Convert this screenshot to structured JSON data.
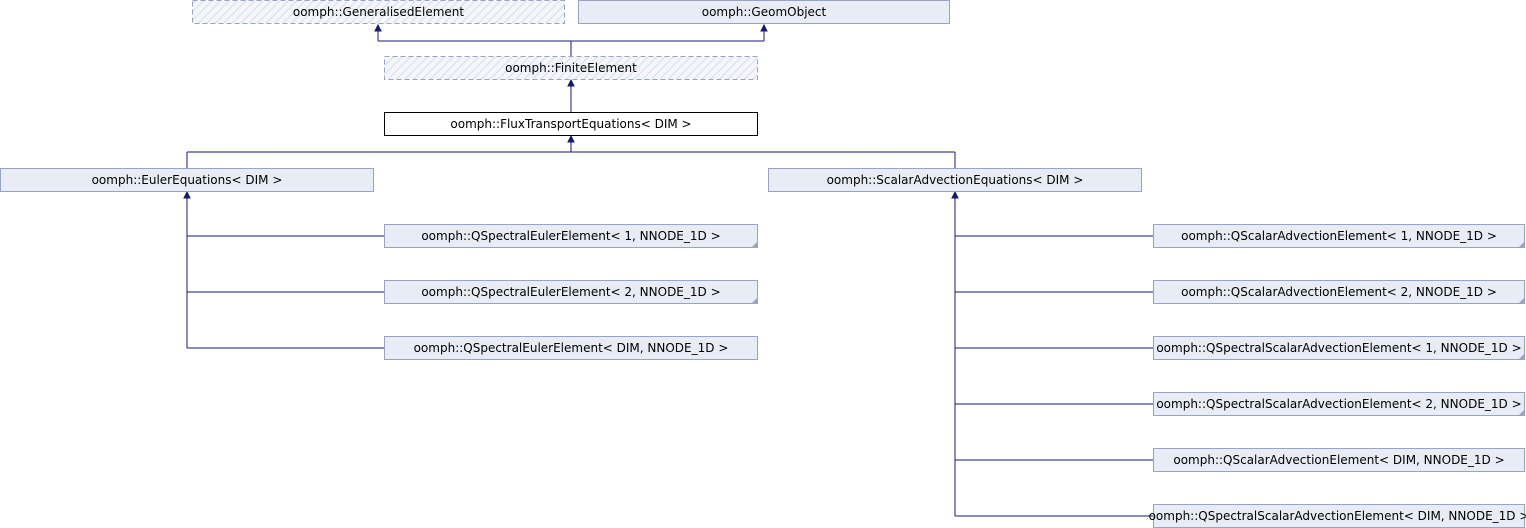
{
  "colors": {
    "edge": "#191970",
    "node_fill": "#e8ecf4",
    "node_border": "#97a4c7",
    "current_node_border": "#000000"
  },
  "nodes": {
    "generalised_element": "oomph::GeneralisedElement",
    "geom_object": "oomph::GeomObject",
    "finite_element": "oomph::FiniteElement",
    "flux_transport_equations": "oomph::FluxTransportEquations< DIM >",
    "euler_equations": "oomph::EulerEquations< DIM >",
    "scalar_advection_equations": "oomph::ScalarAdvectionEquations< DIM >",
    "qspectral_euler_1": "oomph::QSpectralEulerElement< 1, NNODE_1D >",
    "qspectral_euler_2": "oomph::QSpectralEulerElement< 2, NNODE_1D >",
    "qspectral_euler_dim": "oomph::QSpectralEulerElement< DIM, NNODE_1D >",
    "qscalar_advection_1": "oomph::QScalarAdvectionElement< 1, NNODE_1D >",
    "qscalar_advection_2": "oomph::QScalarAdvectionElement< 2, NNODE_1D >",
    "qspectral_scalar_advection_1": "oomph::QSpectralScalarAdvectionElement< 1, NNODE_1D >",
    "qspectral_scalar_advection_2": "oomph::QSpectralScalarAdvectionElement< 2, NNODE_1D >",
    "qscalar_advection_dim": "oomph::QScalarAdvectionElement< DIM, NNODE_1D >",
    "qspectral_scalar_advection_dim": "oomph::QSpectralScalarAdvectionElement< DIM, NNODE_1D >"
  }
}
